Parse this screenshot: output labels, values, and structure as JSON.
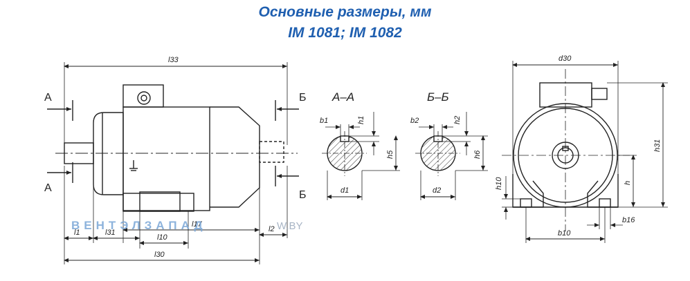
{
  "title": {
    "line1": "Основные размеры, мм",
    "line2": "IM 1081; IM 1082"
  },
  "section_labels": {
    "section_a": "А–А",
    "section_b": "Б–Б",
    "arrow_a": "А",
    "arrow_b": "Б"
  },
  "dimensions": {
    "l33": "l33",
    "l30": "l30",
    "l1": "l1",
    "l31": "l31",
    "l10": "l10",
    "l17": "l17",
    "l2": "l2",
    "b1": "b1",
    "h1": "h1",
    "h5": "h5",
    "d1": "d1",
    "b2": "b2",
    "h2": "h2",
    "h6": "h6",
    "d2": "d2",
    "d30": "d30",
    "h31": "h31",
    "h10": "h10",
    "h": "h",
    "b10": "b10",
    "b16": "b16"
  },
  "watermark": {
    "brand": "ВЕНТЭЛЗАПАД",
    "site": "W.BY"
  },
  "colors": {
    "title": "#1f5fb0",
    "line": "#222222",
    "watermark": "#7aa6d6"
  }
}
